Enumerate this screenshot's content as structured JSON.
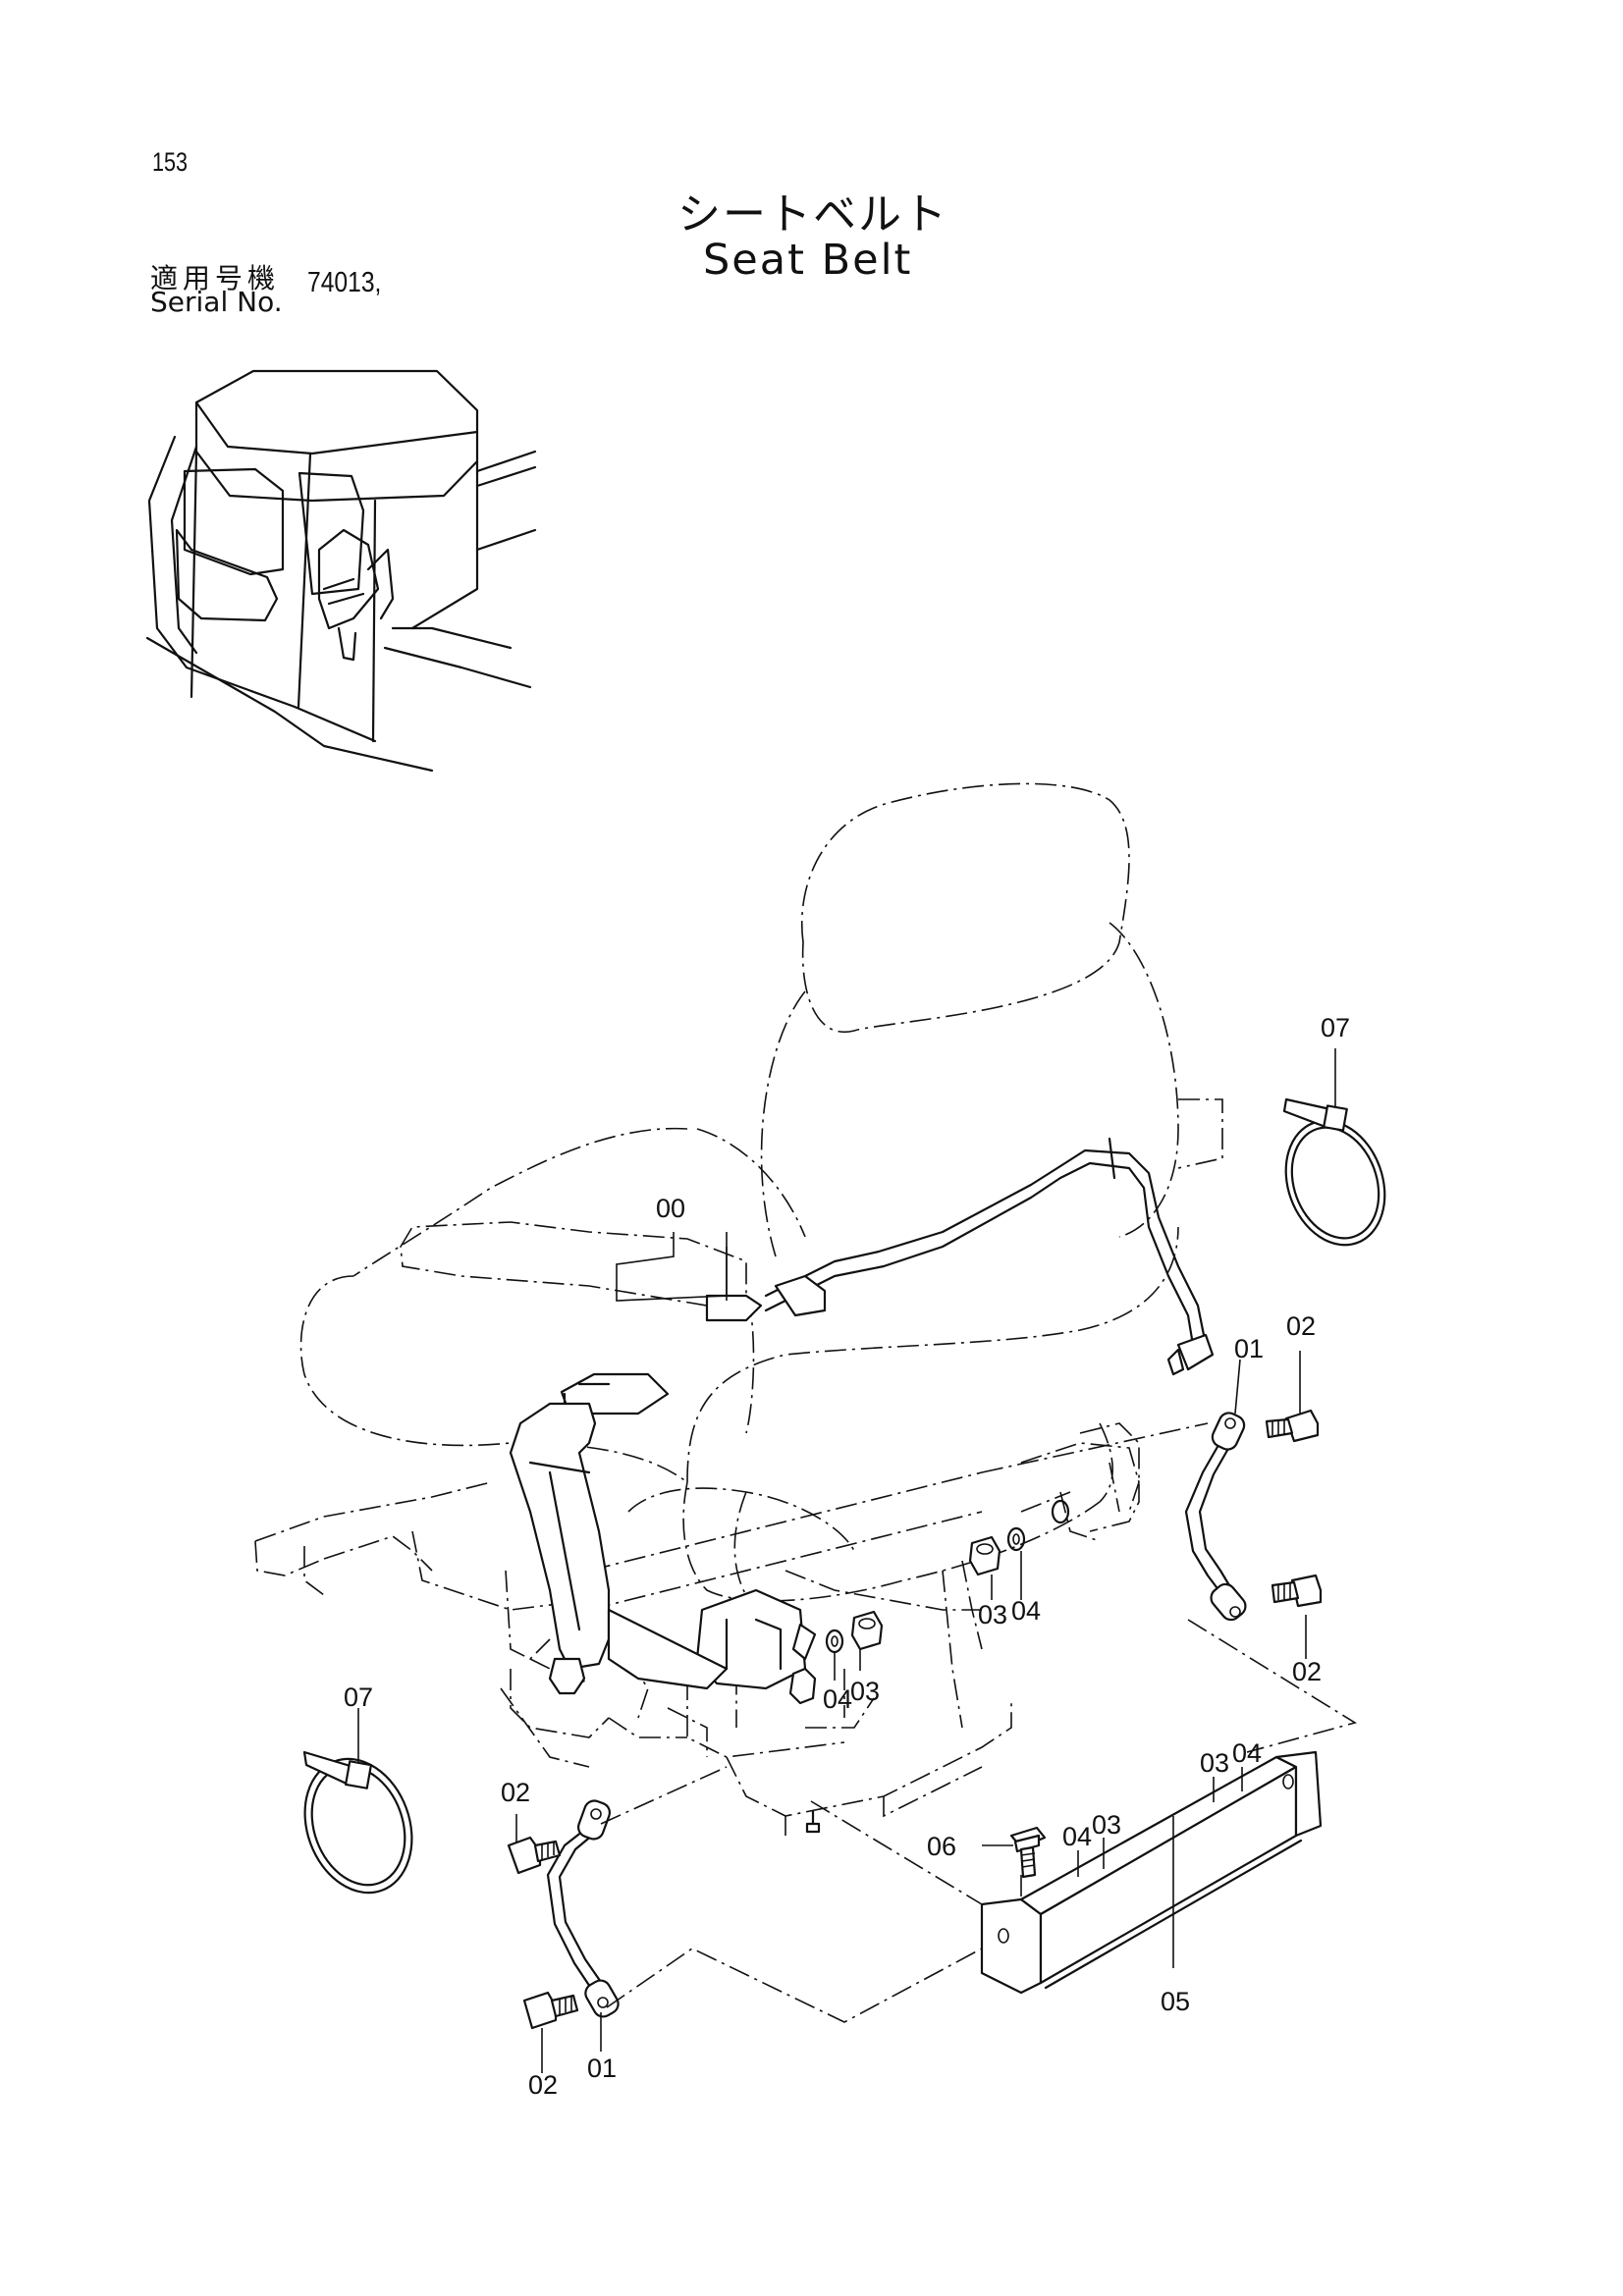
{
  "header": {
    "page_number": "153",
    "title_jp": "シートベルト",
    "title_en": "Seat Belt",
    "serial_label_jp": "適用号機",
    "serial_label_en": "Serial No.",
    "serial_value": "74013,"
  },
  "callouts": [
    {
      "id": "c00",
      "label": "00"
    },
    {
      "id": "c07a",
      "label": "07"
    },
    {
      "id": "c07b",
      "label": "07"
    },
    {
      "id": "c01a",
      "label": "01"
    },
    {
      "id": "c01b",
      "label": "01"
    },
    {
      "id": "c02a",
      "label": "02"
    },
    {
      "id": "c02b",
      "label": "02"
    },
    {
      "id": "c02c",
      "label": "02"
    },
    {
      "id": "c02d",
      "label": "02"
    },
    {
      "id": "c03a",
      "label": "03"
    },
    {
      "id": "c03b",
      "label": "03"
    },
    {
      "id": "c03c",
      "label": "03"
    },
    {
      "id": "c03d",
      "label": "03"
    },
    {
      "id": "c04a",
      "label": "04"
    },
    {
      "id": "c04b",
      "label": "04"
    },
    {
      "id": "c04c",
      "label": "04"
    },
    {
      "id": "c04d",
      "label": "04"
    },
    {
      "id": "c05",
      "label": "05"
    },
    {
      "id": "c06",
      "label": "06"
    }
  ]
}
